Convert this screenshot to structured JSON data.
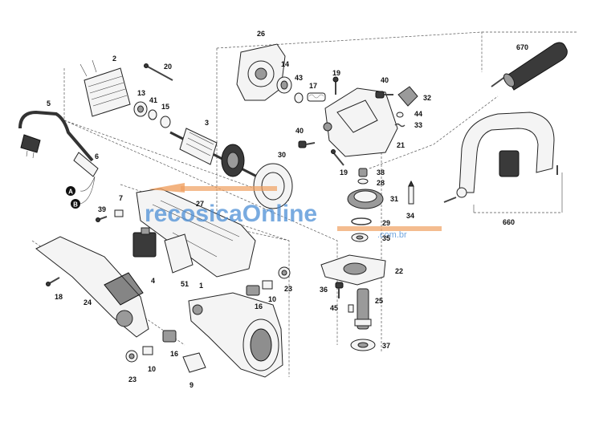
{
  "labels": [
    "26",
    "14",
    "43",
    "17",
    "19",
    "40",
    "32",
    "44",
    "33",
    "21",
    "670",
    "2",
    "20",
    "13",
    "41",
    "15",
    "5",
    "3",
    "6",
    "30",
    "40",
    "19",
    "38",
    "28",
    "31",
    "34",
    "29",
    "35",
    "660",
    "7",
    "39",
    "27",
    "4",
    "51",
    "1",
    "22",
    "36",
    "25",
    "45",
    "37",
    "18",
    "24",
    "16",
    "10",
    "23",
    "16",
    "10",
    "23",
    "9"
  ],
  "markers": [
    "A",
    "B"
  ],
  "watermark": {
    "text": "recosicaOnline",
    "sub": ".com.br",
    "color": "#4d8fd6",
    "arrow_color": "#f0a060"
  }
}
